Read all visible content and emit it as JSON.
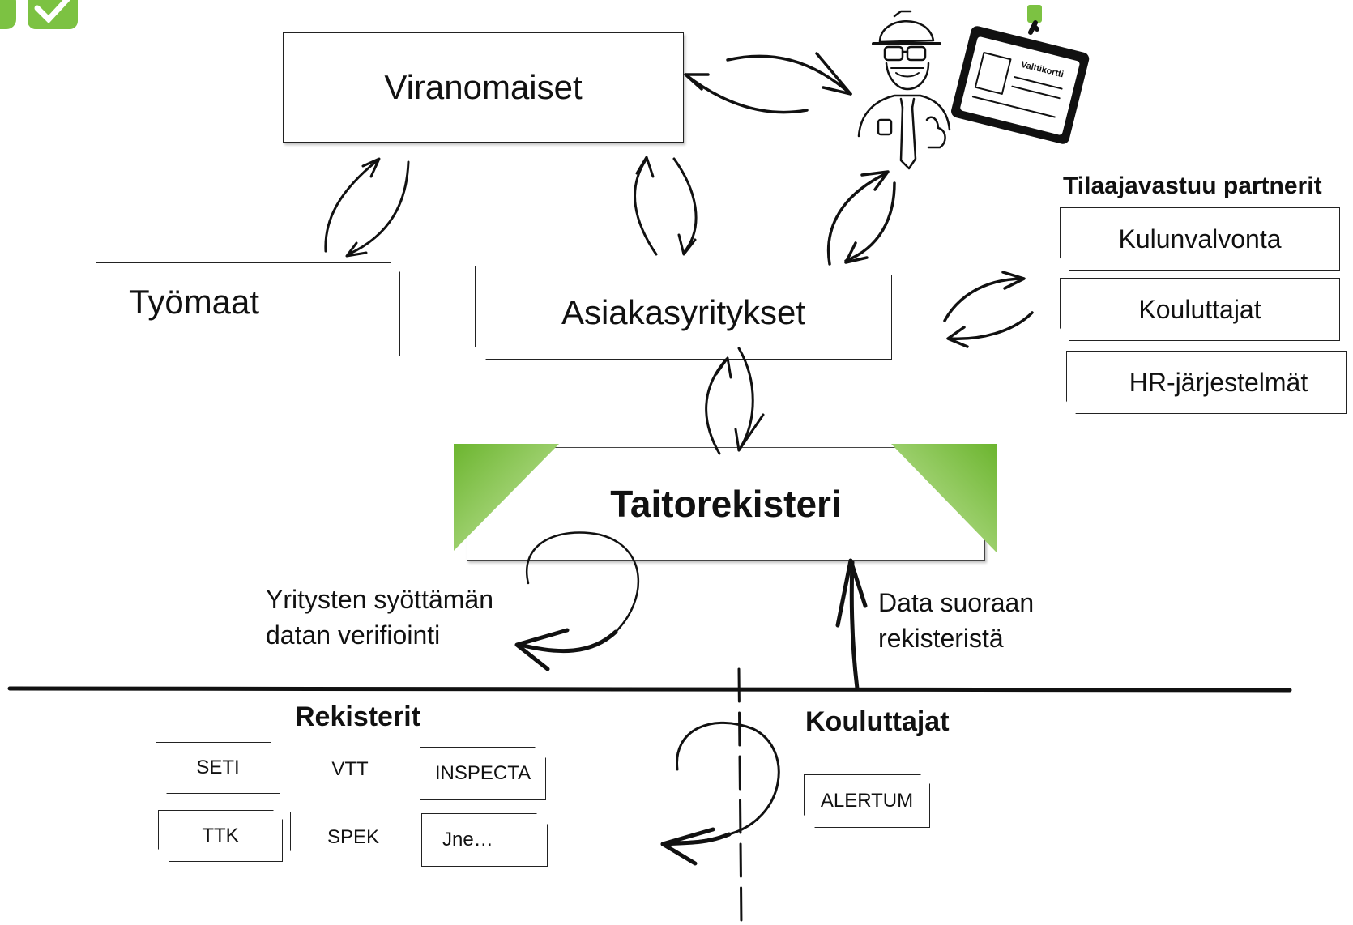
{
  "nodes": {
    "viranomaiset": "Viranomaiset",
    "tyomaat": "Työmaat",
    "asiakasyritykset": "Asiakasyritykset",
    "taitorekisteri": "Taitorekisteri"
  },
  "partners": {
    "title": "Tilaajavastuu partnerit",
    "items": [
      "Kulunvalvonta",
      "Kouluttajat",
      "HR-järjestelmät"
    ]
  },
  "badge_label": "Valttikortti",
  "annotations": {
    "verification_line1": "Yritysten syöttämän",
    "verification_line2": "datan verifiointi",
    "direct_data_line1": "Data suoraan",
    "direct_data_line2": "rekisteristä"
  },
  "registers": {
    "title": "Rekisterit",
    "items": [
      "SETI",
      "VTT",
      "INSPECTA",
      "TTK",
      "SPEK",
      "Jne…"
    ]
  },
  "trainers": {
    "title": "Kouluttajat",
    "items": [
      "ALERTUM"
    ]
  },
  "colors": {
    "accent_green": "#7cc242",
    "accent_green_light": "#c5e6a0",
    "stroke": "#111111"
  }
}
